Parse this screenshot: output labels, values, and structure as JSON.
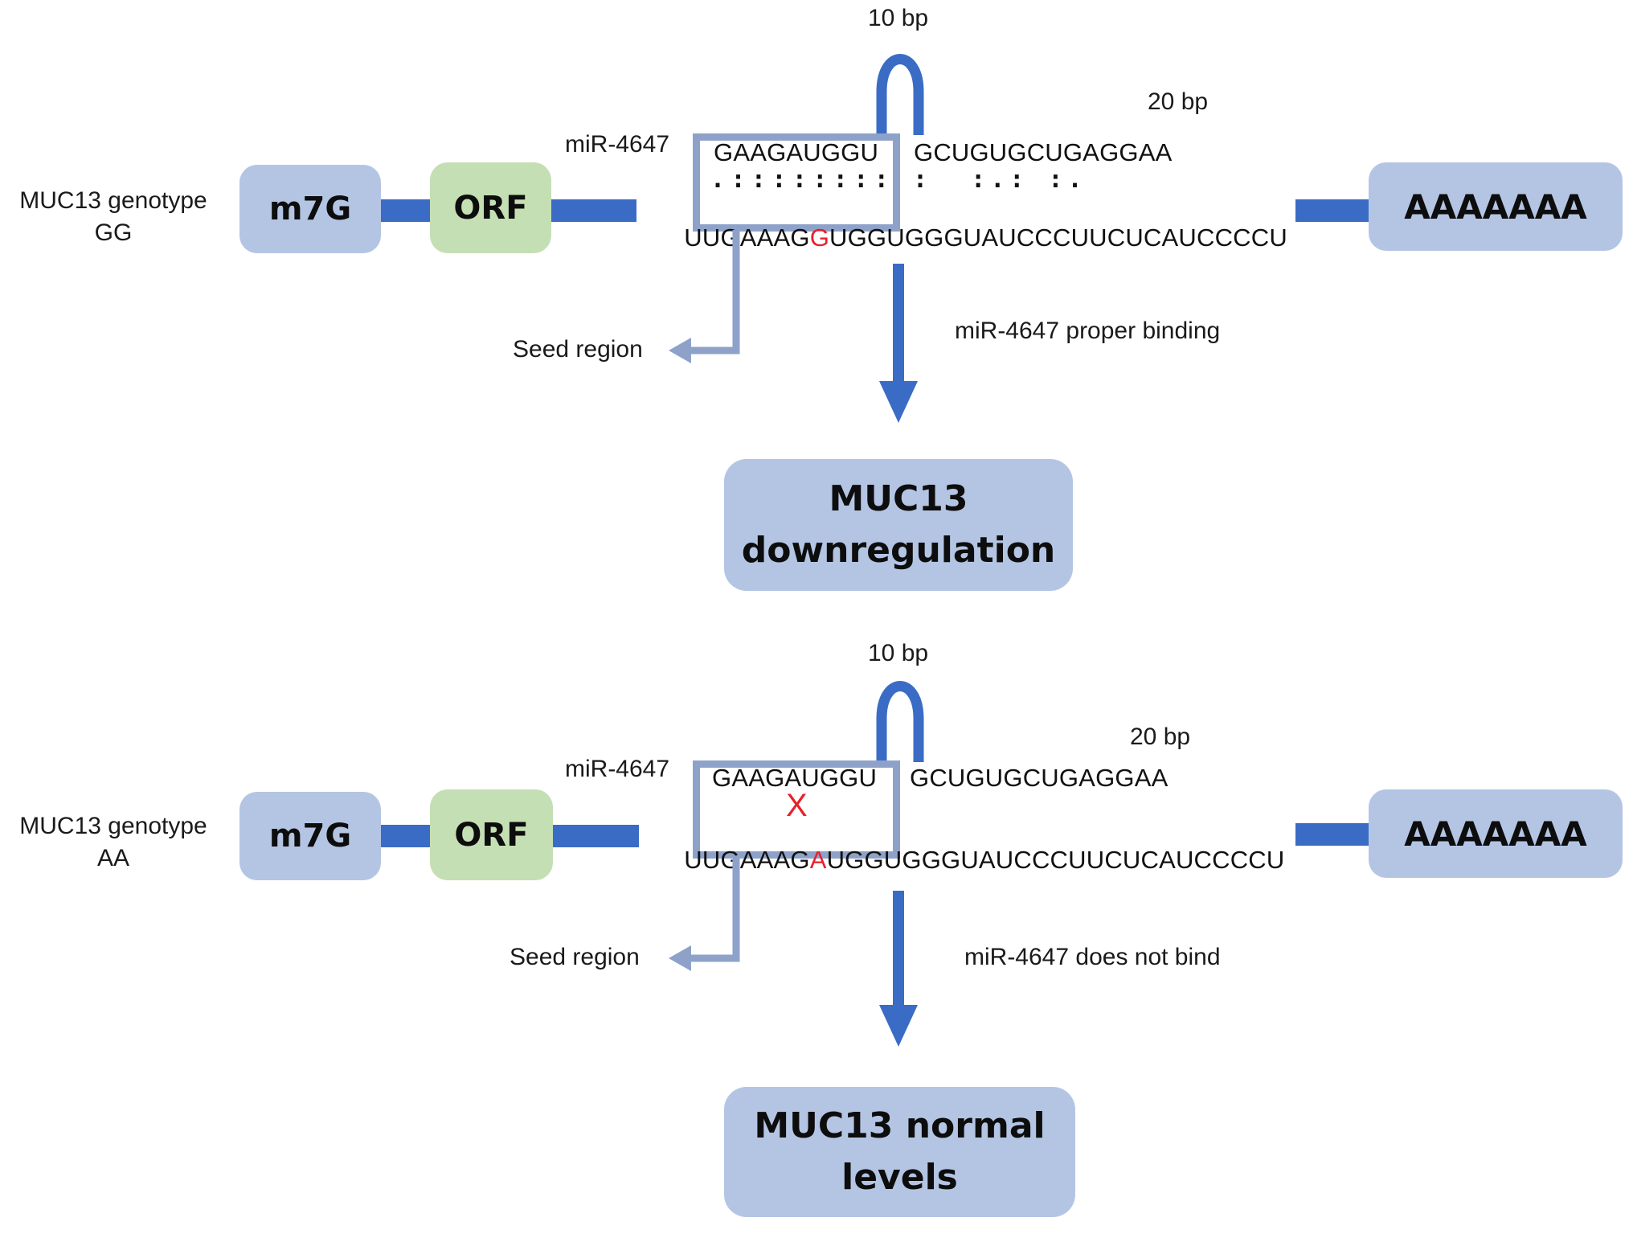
{
  "colors": {
    "backbone": "#3a6cc6",
    "box_blue": "#b4c5e4",
    "box_green": "#c5dfb4",
    "seed_box": "#8ea2c9",
    "mutation": "#e8202a"
  },
  "panels": [
    {
      "genotype_label_line1": "MUC13 genotype",
      "genotype_label_line2": "GG",
      "cap_label": "m7G",
      "orf_label": "ORF",
      "polya_label": "AAAAAAA",
      "mirna_name": "miR-4647",
      "loop_label": "10 bp",
      "span_label": "20 bp",
      "mirna_seed_seq": "GAAGAUGGU",
      "mirna_rest_seq": "GCUGUGCUGAGGAA",
      "pairing_seed": ".::::::::",
      "pairing_rest": ":  :.: :.",
      "mrna_prefix": "UUGAAAG",
      "mrna_snp": "G",
      "mrna_suffix": "UGGUGGGUAUCCCUUCUCAUCCCCU",
      "binding_mark": "",
      "seed_label": "Seed region",
      "outcome_arrow_label": "miR-4647 proper binding",
      "outcome_line1": "MUC13",
      "outcome_line2": "downregulation"
    },
    {
      "genotype_label_line1": "MUC13 genotype",
      "genotype_label_line2": "AA",
      "cap_label": "m7G",
      "orf_label": "ORF",
      "polya_label": "AAAAAAA",
      "mirna_name": "miR-4647",
      "loop_label": "10 bp",
      "span_label": "20 bp",
      "mirna_seed_seq": "GAAGAUGGU",
      "mirna_rest_seq": "GCUGUGCUGAGGAA",
      "pairing_seed": "",
      "pairing_rest": "",
      "mrna_prefix": "UUGAAAG",
      "mrna_snp": "A",
      "mrna_suffix": "UGGUGGGUAUCCCUUCUCAUCCCCU",
      "binding_mark": "X",
      "seed_label": "Seed region",
      "outcome_arrow_label": "miR-4647 does not bind",
      "outcome_line1": "MUC13 normal",
      "outcome_line2": "levels"
    }
  ]
}
